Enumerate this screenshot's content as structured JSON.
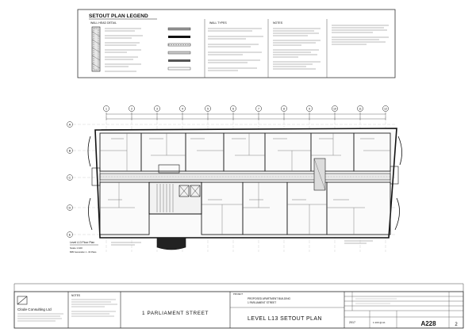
{
  "legend": {
    "title": "SETOUT PLAN LEGEND",
    "wall_head_detail": "WALL HEAD DETAIL",
    "wall_types": "WALL TYPES",
    "notes": "NOTES"
  },
  "plan": {
    "caption": "Level L13 Floor Plan",
    "scale": "Scale 1:100",
    "caption_sub": "BPR Generation 1 - 00 Plans",
    "grid_numbers": [
      "1",
      "2",
      "3",
      "4",
      "5",
      "6",
      "7",
      "8",
      "9",
      "10",
      "11",
      "12"
    ]
  },
  "title_block": {
    "company": "Clode Consulting Ltd",
    "notes_heading": "NOTES",
    "project_label": "PROJECT",
    "project": "1 PARLIAMENT STREET",
    "project_desc": "PROPOSED APARTMENT BUILDING",
    "address": "1 PARLIAMENT STREET",
    "drawing_title": "LEVEL  L13  SETOUT PLAN",
    "drawing_number": "A228",
    "revision": "2",
    "job_number": "2017",
    "scale_label": "1:100 @ A1"
  }
}
